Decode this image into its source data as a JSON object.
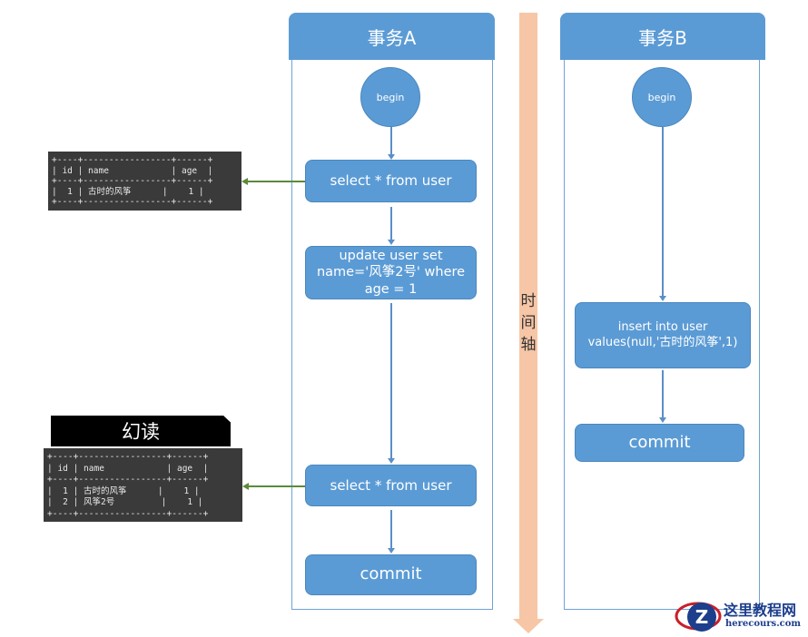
{
  "transaction_a": {
    "title": "事务A",
    "begin": "begin",
    "steps": [
      "select * from user",
      "update user set name='风筝2号' where age = 1",
      "select * from user",
      "commit"
    ]
  },
  "transaction_b": {
    "title": "事务B",
    "begin": "begin",
    "steps": [
      "insert into user values(null,'古时的风筝',1)",
      "commit"
    ]
  },
  "timeline": {
    "label": "时间轴"
  },
  "result_tables": [
    {
      "text": "+----+-----------------+------+\n| id | name            | age  |\n+----+-----------------+------+\n|  1 | 古时的风筝      |    1 |\n+----+-----------------+------+"
    },
    {
      "label": "幻读",
      "text": "+----+-----------------+------+\n| id | name            | age  |\n+----+-----------------+------+\n|  1 | 古时的风筝      |    1 |\n|  2 | 风筝2号         |    1 |\n+----+-----------------+------+"
    }
  ],
  "watermark": {
    "name": "这里教程网",
    "url": "herecours.com"
  },
  "colors": {
    "lane": "#5b9bd5",
    "timeline": "#f7c6a6",
    "arrow_green": "#5c8a3a",
    "terminal": "#3a3a3a"
  }
}
